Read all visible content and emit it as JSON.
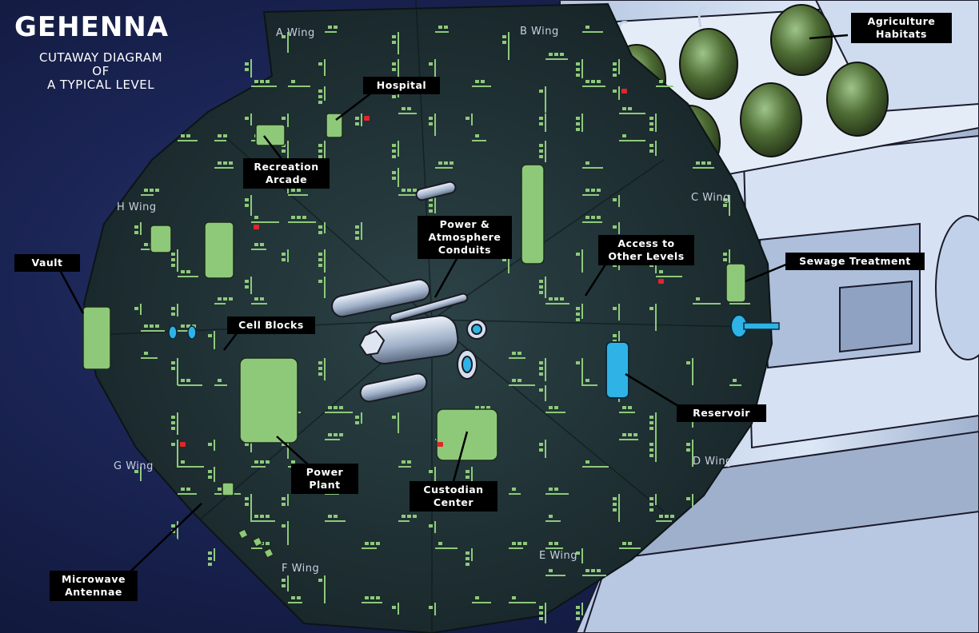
{
  "title": "GEHENNA",
  "subtitle": "Cutaway Diagram\nof\na Typical Level",
  "wings": {
    "a": "A Wing",
    "b": "B Wing",
    "c": "C Wing",
    "d": "D Wing",
    "e": "E Wing",
    "f": "F Wing",
    "g": "G Wing",
    "h": "H Wing"
  },
  "labels": {
    "agriculture": "Agriculture\nHabitats",
    "hospital": "Hospital",
    "recreation": "Recreation\nArcade",
    "vault": "Vault",
    "power_conduits": "Power &\nAtmosphere\nConduits",
    "access": "Access to\nOther Levels",
    "sewage": "Sewage Treatment",
    "cell_blocks": "Cell Blocks",
    "reservoir": "Reservoir",
    "power_plant": "Power\nPlant",
    "custodian": "Custodian\nCenter",
    "microwave": "Microwave\nAntennae"
  },
  "colors": {
    "space": "#1c2657",
    "deck": "#1f3236",
    "rooms": "#8ec97a",
    "hull": "#c8d6ec",
    "water": "#2fb3e6",
    "access_points": "#e0262b",
    "label_bg": "#000000"
  }
}
